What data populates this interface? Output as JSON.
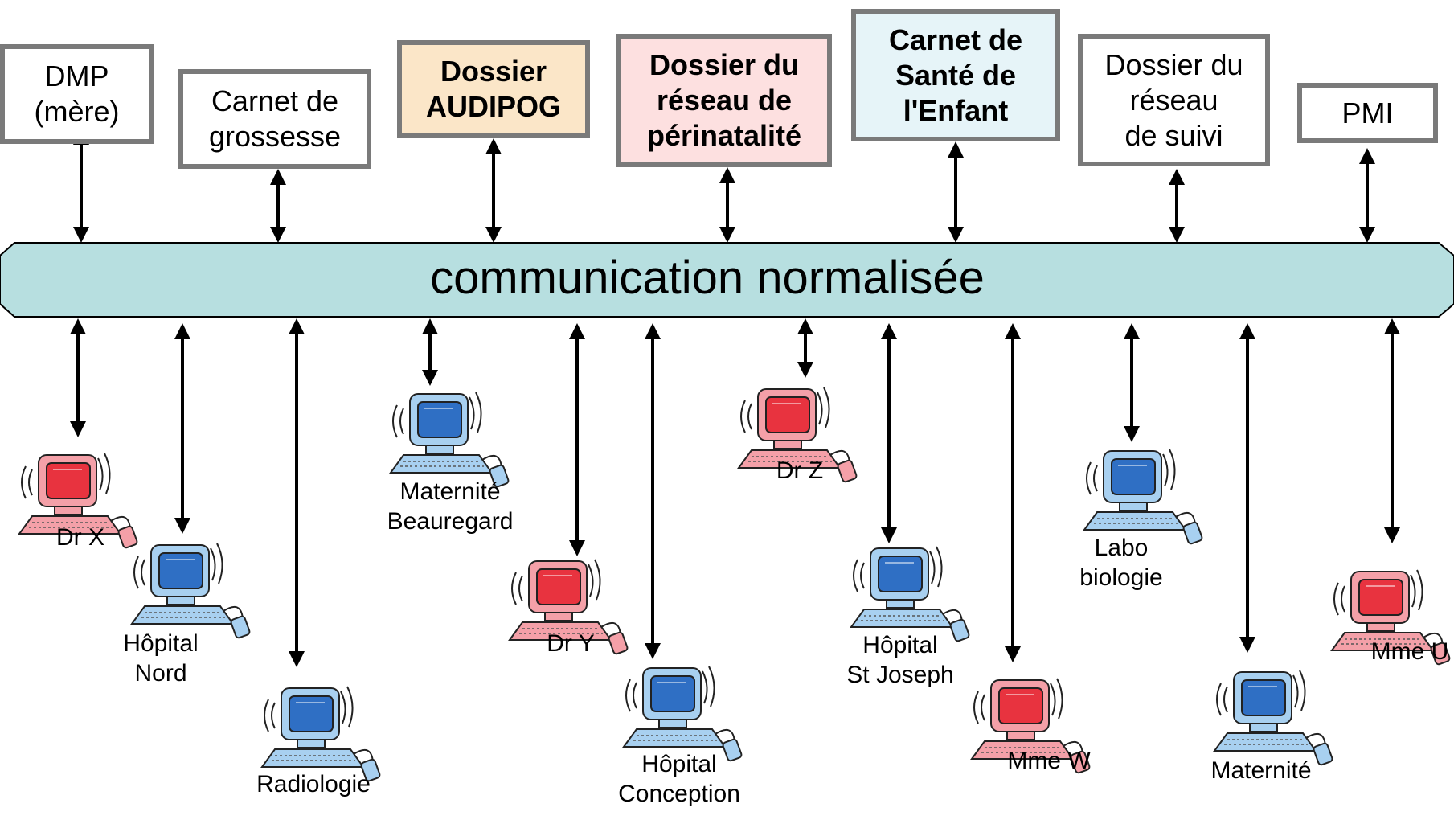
{
  "bus": {
    "label": "communication normalisée",
    "color": "#b7dfe0"
  },
  "top_systems": [
    {
      "id": "dmp",
      "label": "DMP\n(mère)",
      "bold": false,
      "fill": "#ffffff"
    },
    {
      "id": "carnet-grossesse",
      "label": "Carnet de\ngrossesse",
      "bold": false,
      "fill": "#ffffff"
    },
    {
      "id": "audipog",
      "label": "Dossier\nAUDIPOG",
      "bold": true,
      "fill": "#fbe6c8"
    },
    {
      "id": "perinatalite",
      "label": "Dossier du\nréseau de\npérinatalité",
      "bold": true,
      "fill": "#fde0e0"
    },
    {
      "id": "carnet-enfant",
      "label": "Carnet de\nSanté de\nl'Enfant",
      "bold": true,
      "fill": "#e6f4f8"
    },
    {
      "id": "reseau-suivi",
      "label": "Dossier du\nréseau\nde suivi",
      "bold": false,
      "fill": "#ffffff"
    },
    {
      "id": "pmi",
      "label": "PMI",
      "bold": false,
      "fill": "#ffffff"
    }
  ],
  "clients": [
    {
      "id": "dr-x",
      "label": "Dr X",
      "kind": "red"
    },
    {
      "id": "hopital-nord",
      "label": "Hôpital\nNord",
      "kind": "blue"
    },
    {
      "id": "radiologie",
      "label": "Radiologie",
      "kind": "blue"
    },
    {
      "id": "maternite-beauregard",
      "label": "Maternité\nBeauregard",
      "kind": "blue"
    },
    {
      "id": "dr-y",
      "label": "Dr Y",
      "kind": "red"
    },
    {
      "id": "hopital-conception",
      "label": "Hôpital\nConception",
      "kind": "blue"
    },
    {
      "id": "dr-z",
      "label": "Dr Z",
      "kind": "red"
    },
    {
      "id": "hopital-st-joseph",
      "label": "Hôpital\nSt Joseph",
      "kind": "blue"
    },
    {
      "id": "mme-w",
      "label": "Mme W",
      "kind": "red"
    },
    {
      "id": "labo-biologie",
      "label": "Labo\nbiologie",
      "kind": "blue"
    },
    {
      "id": "maternite",
      "label": "Maternité",
      "kind": "blue"
    },
    {
      "id": "mme-u",
      "label": "Mme U",
      "kind": "red"
    }
  ],
  "colors": {
    "red_screen": "#e8333f",
    "red_body": "#f4a0a8",
    "blue_screen": "#2f6fc4",
    "blue_body": "#a8d0f0"
  }
}
